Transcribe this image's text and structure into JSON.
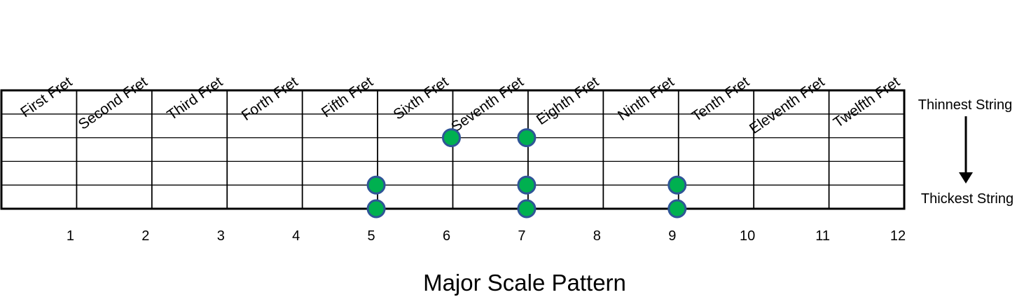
{
  "diagram": {
    "title": "Major Scale Pattern",
    "fret_names": [
      "First Fret",
      "Second Fret",
      "Third Fret",
      "Forth Fret",
      "Fifth Fret",
      "Sixth Fret",
      "Seventh Fret",
      "Eighth Fret",
      "Ninth Fret",
      "Tenth Fret",
      "Eleventh Fret",
      "Twelfth Fret"
    ],
    "fret_numbers": [
      "1",
      "2",
      "3",
      "4",
      "5",
      "6",
      "7",
      "8",
      "9",
      "10",
      "11",
      "12"
    ],
    "top_string_label": "Thinnest String",
    "bottom_string_label": "Thickest String",
    "string_count": 6,
    "dot_color": "#00b050",
    "dot_outline_color": "#2f5597",
    "notes": [
      {
        "fret": 6,
        "string": 3
      },
      {
        "fret": 7,
        "string": 3
      },
      {
        "fret": 5,
        "string": 5
      },
      {
        "fret": 7,
        "string": 5
      },
      {
        "fret": 9,
        "string": 5
      },
      {
        "fret": 5,
        "string": 6
      },
      {
        "fret": 7,
        "string": 6
      },
      {
        "fret": 9,
        "string": 6
      }
    ]
  }
}
